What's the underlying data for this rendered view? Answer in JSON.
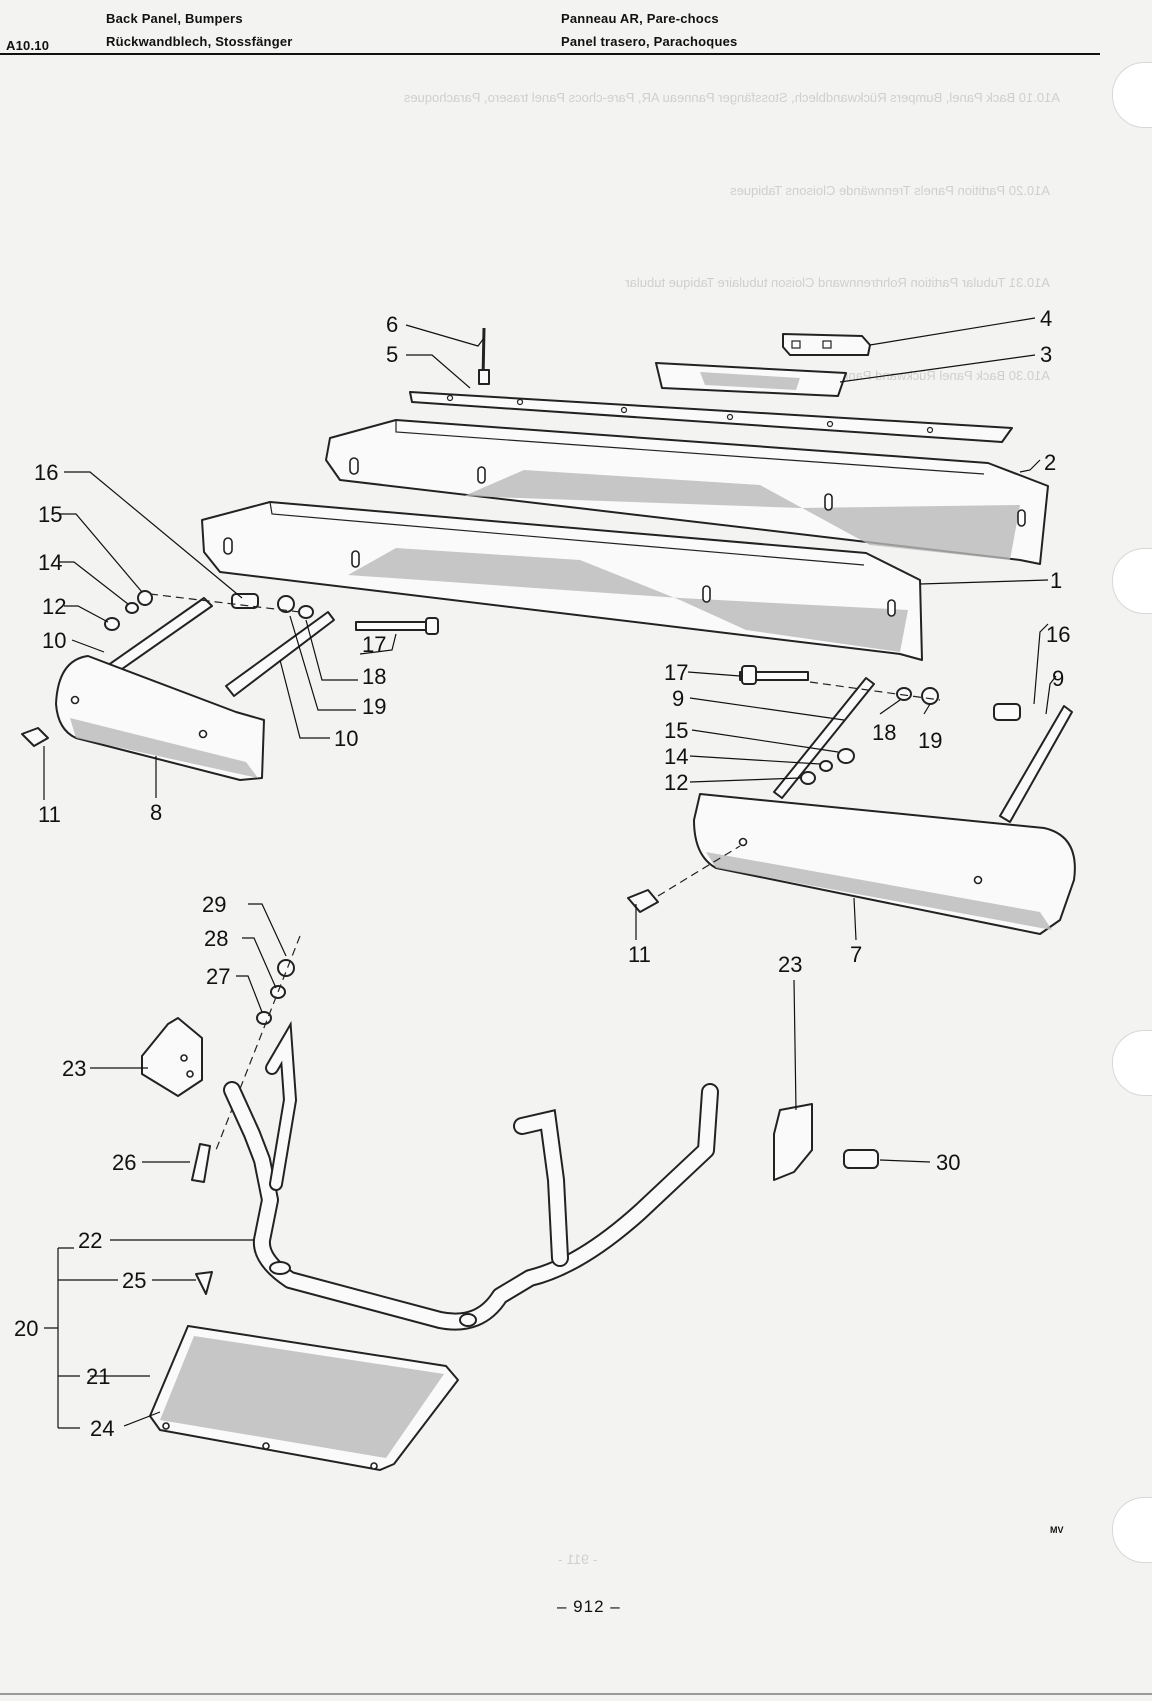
{
  "header": {
    "section_code": "A10.10",
    "title_en": "Back Panel, Bumpers",
    "title_de": "Rückwandblech, Stossfänger",
    "title_fr": "Panneau AR, Pare-chocs",
    "title_es": "Panel trasero, Parachoques"
  },
  "bleed_through": {
    "row_1": "A10.10   Back Panel, Bumpers          Rückwandblech, Stossfänger    Panneau AR, Pare-chocs     Panel trasero, Parachoques",
    "row_2": "A10.20   Partition Panels          Trennwände          Cloisons          Tabiques",
    "row_3": "A10.31   Tubular Partition          Rohrtrennwand          Cloison tubulaire          Tabique tubular",
    "row_4": "A10.30   Back Panel          Rückwand          Panneau AR          Panel trasero",
    "page_number": "- 911 -"
  },
  "callouts": {
    "c1": "1",
    "c2": "2",
    "c3": "3",
    "c4": "4",
    "c5": "5",
    "c6": "6",
    "c7": "7",
    "c8": "8",
    "c9a": "9",
    "c9b": "9",
    "c10a": "10",
    "c10b": "10",
    "c11a": "11",
    "c11b": "11",
    "c12a": "12",
    "c12b": "12",
    "c14a": "14",
    "c14b": "14",
    "c15a": "15",
    "c15b": "15",
    "c16a": "16",
    "c16b": "16",
    "c17a": "17",
    "c17b": "17",
    "c18a": "18",
    "c18b": "18",
    "c19a": "19",
    "c19b": "19",
    "c20": "20",
    "c21": "21",
    "c22": "22",
    "c23a": "23",
    "c23b": "23",
    "c24": "24",
    "c25": "25",
    "c26": "26",
    "c27": "27",
    "c28": "28",
    "c29": "29",
    "c30": "30"
  },
  "footer": {
    "page_number": "– 912 –",
    "artist_mark": "MV"
  }
}
